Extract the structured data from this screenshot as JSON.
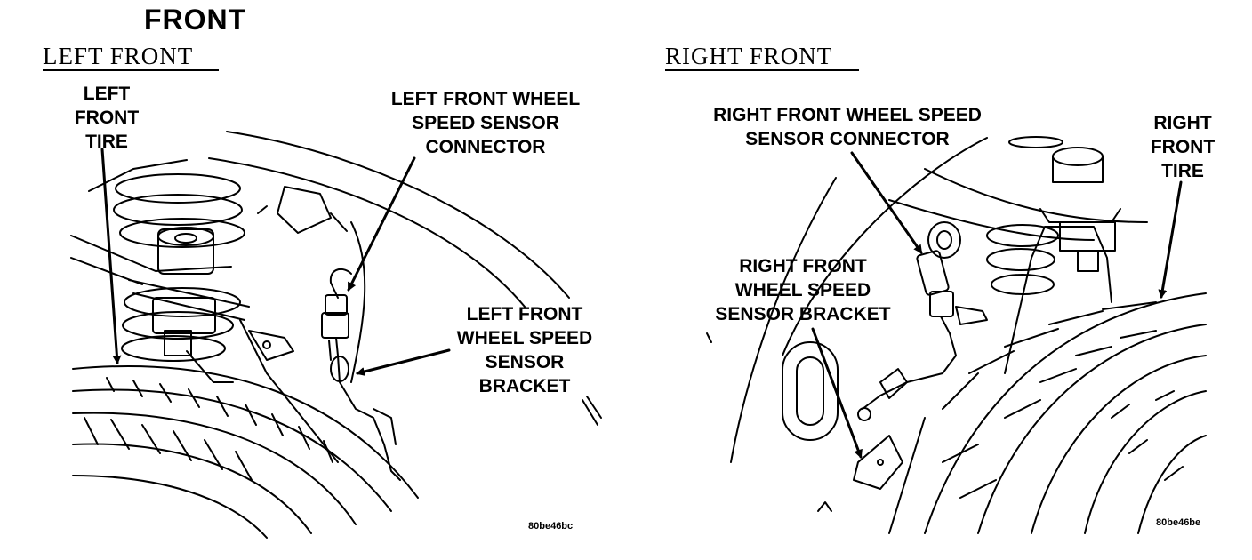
{
  "header": {
    "title": "FRONT"
  },
  "left_panel": {
    "section_title": "LEFT FRONT",
    "callouts": {
      "tire": "LEFT\nFRONT\nTIRE",
      "connector": "LEFT FRONT WHEEL\nSPEED SENSOR\nCONNECTOR",
      "bracket": "LEFT FRONT\nWHEEL SPEED\nSENSOR\nBRACKET"
    },
    "figure_id": "80be46bc"
  },
  "right_panel": {
    "section_title": "RIGHT FRONT",
    "callouts": {
      "connector": "RIGHT FRONT WHEEL SPEED\nSENSOR CONNECTOR",
      "tire": "RIGHT\nFRONT\nTIRE",
      "bracket": "RIGHT FRONT\nWHEEL SPEED\nSENSOR BRACKET"
    },
    "figure_id": "80be46be"
  },
  "colors": {
    "ink": "#000000",
    "paper": "#ffffff"
  }
}
